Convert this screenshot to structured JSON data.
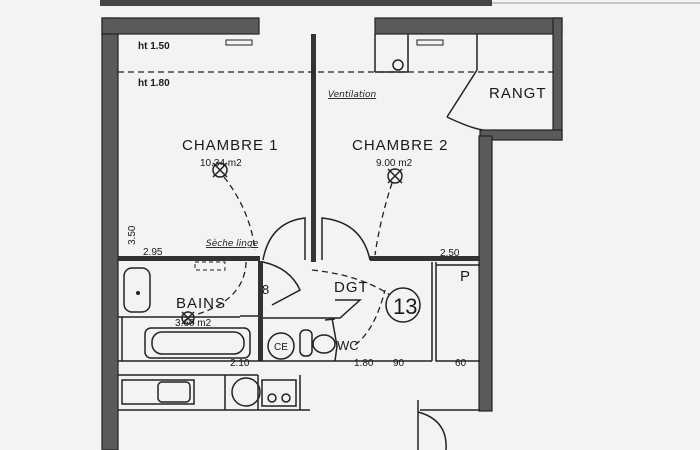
{
  "plan": {
    "rooms": {
      "chambre1": {
        "name": "CHAMBRE 1",
        "area": "10.34 m2"
      },
      "chambre2": {
        "name": "CHAMBRE 2",
        "area": "9.00 m2"
      },
      "rangt": {
        "name": "RANGT"
      },
      "bains": {
        "name": "BAINS",
        "area": "3.60 m2"
      },
      "dgt": {
        "name": "DGT"
      },
      "placard": {
        "name": "P"
      },
      "wc": {
        "name": "WC"
      },
      "ce": {
        "name": "CE"
      }
    },
    "annotations": {
      "ht150": "ht 1.50",
      "ht180": "ht 1.80",
      "ventilation": "Ventilation",
      "seche_linge": "Sèche linge",
      "number_8": "8",
      "circle_13": "13"
    },
    "dimensions": {
      "d350": "3.50",
      "d295": "2.95",
      "d250": "2.50",
      "d210": "2.10",
      "d180": "1.80",
      "d90": "90",
      "d60": "60"
    }
  }
}
